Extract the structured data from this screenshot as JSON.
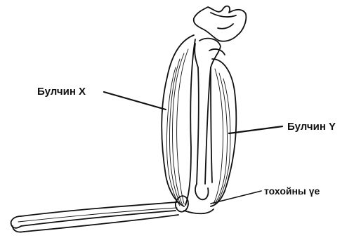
{
  "labels": {
    "muscle_x": "Булчин X",
    "muscle_y": "Булчин Y",
    "elbow_joint": "тохойны үе"
  },
  "colors": {
    "line": "#111111",
    "background": "#ffffff"
  }
}
